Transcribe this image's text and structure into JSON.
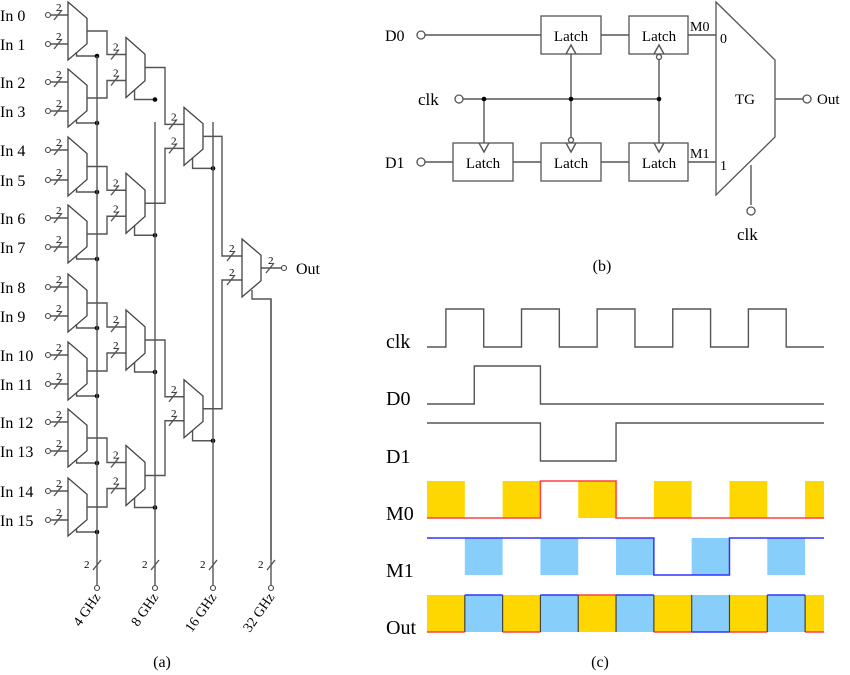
{
  "panel_a": {
    "caption": "(a)",
    "inputs": [
      "In 0",
      "In 1",
      "In 2",
      "In 3",
      "In 4",
      "In 5",
      "In 6",
      "In 7",
      "In 8",
      "In 9",
      "In 10",
      "In 11",
      "In 12",
      "In 13",
      "In 14",
      "In 15"
    ],
    "bus_width": "2",
    "output_label": "Out",
    "select_clocks": [
      "4 GHz",
      "8 GHz",
      "16 GHz",
      "32 GHz"
    ]
  },
  "panel_b": {
    "caption": "(b)",
    "inputs": {
      "d0": "D0",
      "d1": "D1",
      "clk": "clk"
    },
    "latch_label": "Latch",
    "mux_label": "TG",
    "mux_inputs": [
      "0",
      "1"
    ],
    "node_labels": {
      "m0": "M0",
      "m1": "M1"
    },
    "output_label": "Out",
    "select_label": "clk"
  },
  "panel_c": {
    "caption": "(c)",
    "signals": [
      "clk",
      "D0",
      "D1",
      "M0",
      "M1",
      "Out"
    ],
    "colors": {
      "d0_fill": "#FFD700",
      "d1_fill": "#87CEFA",
      "m0_line": "#FF4040",
      "m1_line": "#3333FF",
      "trace": "#555555"
    }
  },
  "chart_data": {
    "type": "line",
    "title": "Timing diagram of 2:1 MUX",
    "time_units": "half clock periods",
    "x": [
      0,
      1,
      2,
      3,
      4,
      5,
      6,
      7,
      8,
      9,
      10,
      11,
      12,
      13,
      14,
      15,
      16,
      17,
      18,
      19,
      20,
      21
    ],
    "series": [
      {
        "name": "clk",
        "values": [
          0,
          0,
          1,
          1,
          0,
          0,
          1,
          1,
          0,
          0,
          1,
          1,
          0,
          0,
          1,
          1,
          0,
          0,
          1,
          1,
          0,
          0
        ]
      },
      {
        "name": "D0",
        "values": [
          0,
          0,
          0,
          1,
          1,
          1,
          1,
          0,
          0,
          0,
          0,
          0,
          0,
          0,
          0,
          0,
          0,
          0,
          0,
          0,
          0,
          0
        ]
      },
      {
        "name": "D1",
        "values": [
          1,
          1,
          1,
          1,
          1,
          1,
          1,
          0,
          0,
          0,
          0,
          1,
          1,
          1,
          1,
          1,
          1,
          1,
          1,
          1,
          1,
          1
        ]
      },
      {
        "name": "M0",
        "values": [
          0,
          0,
          0,
          0,
          0,
          0,
          1,
          1,
          1,
          1,
          0,
          0,
          0,
          0,
          0,
          0,
          0,
          0,
          0,
          0,
          0,
          0
        ]
      },
      {
        "name": "M1",
        "values": [
          1,
          1,
          1,
          1,
          1,
          1,
          1,
          1,
          1,
          1,
          1,
          1,
          0,
          0,
          0,
          0,
          1,
          1,
          1,
          1,
          1,
          1
        ]
      },
      {
        "name": "Out",
        "values": [
          0,
          0,
          1,
          1,
          0,
          0,
          1,
          1,
          1,
          1,
          1,
          1,
          0,
          0,
          0,
          0,
          0,
          0,
          1,
          1,
          0,
          0
        ]
      }
    ],
    "slot_sources": [
      "D0",
      "D1",
      "D0",
      "D1",
      "D0",
      "D1",
      "D0",
      "D1",
      "D0",
      "D1",
      "D0"
    ]
  }
}
